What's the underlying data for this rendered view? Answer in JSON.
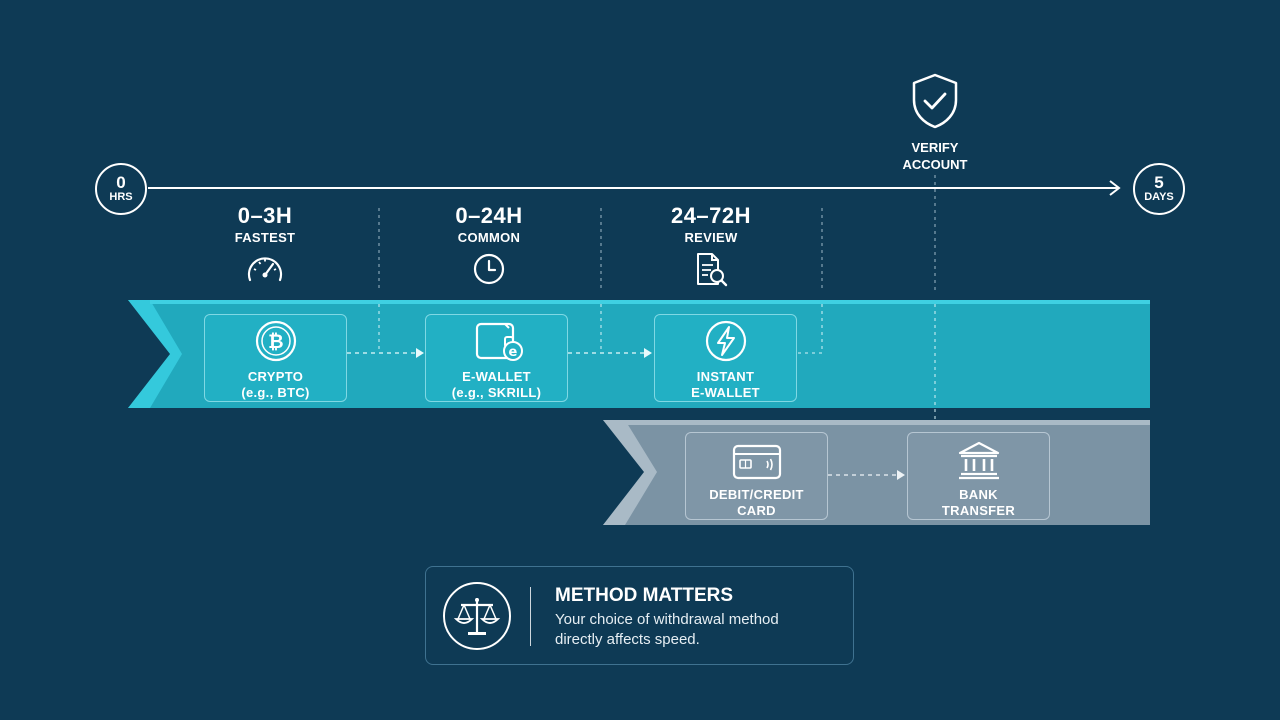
{
  "timeline": {
    "start": {
      "value": "0",
      "unit": "HRS"
    },
    "end": {
      "value": "5",
      "unit": "DAYS"
    },
    "verify": {
      "line1": "VERIFY",
      "line2": "ACCOUNT",
      "icon": "shield-check-icon"
    }
  },
  "phases": [
    {
      "time": "0–3H",
      "label": "FASTEST",
      "icon": "speedometer-icon"
    },
    {
      "time": "0–24H",
      "label": "COMMON",
      "icon": "clock-icon"
    },
    {
      "time": "24–72H",
      "label": "REVIEW",
      "icon": "document-search-icon"
    }
  ],
  "fast_lane": {
    "color": "#22b0c4",
    "methods": [
      {
        "line1": "CRYPTO",
        "line2": "(e.g., BTC)",
        "icon": "bitcoin-icon"
      },
      {
        "line1": "E-WALLET",
        "line2": "(e.g., SKRILL)",
        "icon": "wallet-icon"
      },
      {
        "line1": "INSTANT",
        "line2": "E-WALLET",
        "icon": "lightning-icon"
      }
    ]
  },
  "slow_lane": {
    "color": "#7f96a7",
    "methods": [
      {
        "line1": "DEBIT/CREDIT",
        "line2": "CARD",
        "icon": "credit-card-icon"
      },
      {
        "line1": "BANK",
        "line2": "TRANSFER",
        "icon": "bank-icon"
      }
    ]
  },
  "info_box": {
    "title": "METHOD MATTERS",
    "line1": "Your choice of withdrawal method",
    "line2": "directly affects speed.",
    "icon": "scales-icon"
  }
}
